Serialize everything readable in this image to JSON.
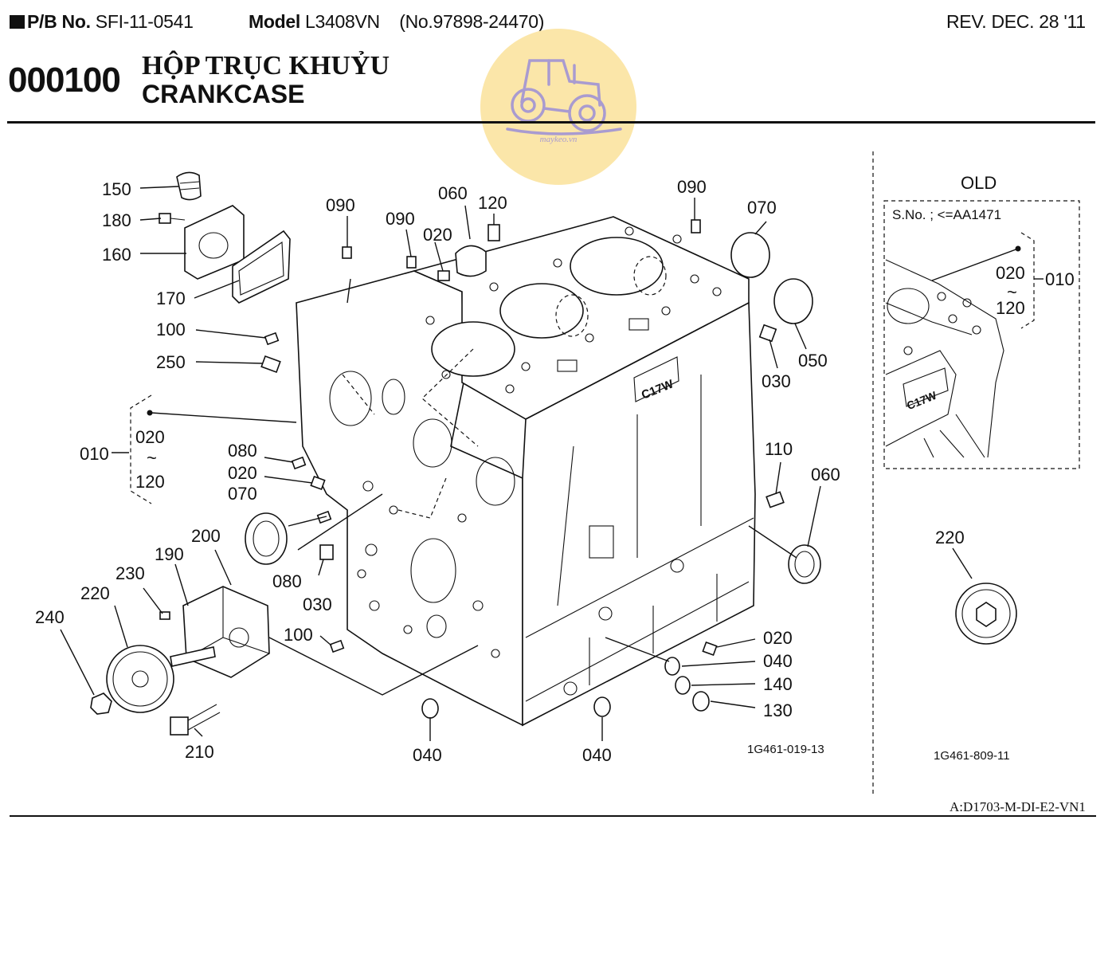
{
  "header": {
    "pb_label": "P/B No.",
    "pb_value": "SFI-11-0541",
    "model_label": "Model",
    "model_value": "L3408VN",
    "model_number": "(No.97898-24470)",
    "revision": "REV. DEC. 28 '11"
  },
  "section": {
    "number": "000100",
    "title_vn": "HỘP TRỤC KHUỶU",
    "title_en": "CRANKCASE"
  },
  "logo": {
    "text": "maykeo.vn",
    "color": "#fbe6a9",
    "icon": "tractor-icon"
  },
  "main_diagram": {
    "drawing_number": "1G461-019-13",
    "part_labels": [
      "150",
      "180",
      "160",
      "170",
      "100",
      "250",
      "010",
      "020",
      "120",
      "090",
      "090",
      "060",
      "120",
      "020",
      "090",
      "070",
      "050",
      "030",
      "080",
      "020",
      "070",
      "080",
      "030",
      "100",
      "200",
      "190",
      "230",
      "220",
      "240",
      "210",
      "110",
      "060",
      "020",
      "040",
      "140",
      "130",
      "040",
      "040"
    ],
    "bracket_range_from": "020",
    "bracket_range_tilde": "~",
    "bracket_range_to": "120",
    "block_marking": "C17W"
  },
  "old_diagram": {
    "heading": "OLD",
    "serial_note": "S.No. ; <=AA1471",
    "label_010": "010",
    "range_from": "020",
    "range_tilde": "~",
    "range_to": "120",
    "gear_label": "220",
    "drawing_number": "1G461-809-11"
  },
  "footer": {
    "code": "A:D1703-M-DI-E2-VN1"
  }
}
